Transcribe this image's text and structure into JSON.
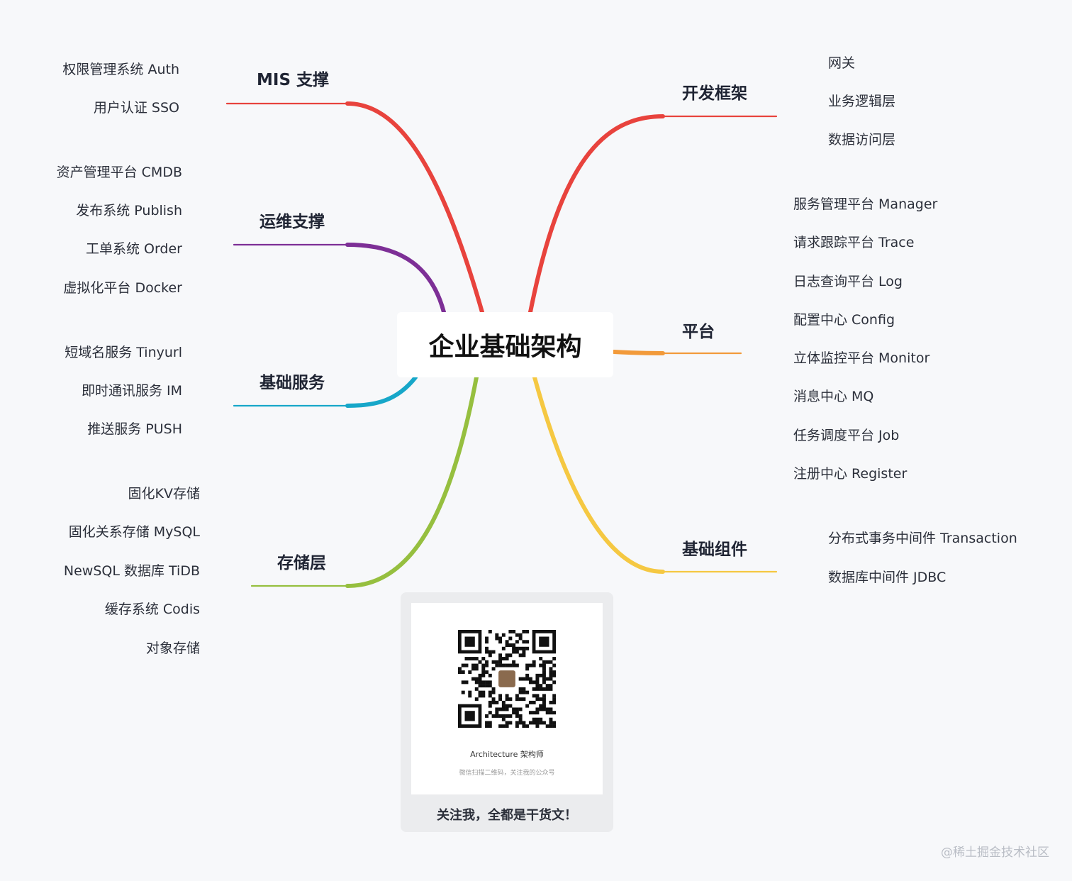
{
  "center": "企业基础架构",
  "branches": [
    {
      "id": "mis",
      "title": "MIS 支撑",
      "color": "#e8433d",
      "items": [
        "权限管理系统 Auth",
        "用户认证 SSO"
      ]
    },
    {
      "id": "ops",
      "title": "运维支撑",
      "color": "#7d2f96",
      "items": [
        "资产管理平台 CMDB",
        "发布系统 Publish",
        "工单系统 Order",
        "虚拟化平台 Docker"
      ]
    },
    {
      "id": "basic",
      "title": "基础服务",
      "color": "#17a7c9",
      "items": [
        "短域名服务 Tinyurl",
        "即时通讯服务 IM",
        "推送服务 PUSH"
      ]
    },
    {
      "id": "storage",
      "title": "存储层",
      "color": "#96bf3f",
      "items": [
        "固化KV存储",
        "固化关系存储 MySQL",
        "NewSQL 数据库 TiDB",
        "缓存系统 Codis",
        "对象存储"
      ]
    },
    {
      "id": "dev",
      "title": "开发框架",
      "color": "#e8433d",
      "items": [
        "网关",
        "业务逻辑层",
        "数据访问层"
      ]
    },
    {
      "id": "platform",
      "title": "平台",
      "color": "#f29a3a",
      "items": [
        "服务管理平台 Manager",
        "请求跟踪平台 Trace",
        "日志查询平台 Log",
        "配置中心 Config",
        "立体监控平台 Monitor",
        "消息中心 MQ",
        "任务调度平台 Job",
        "注册中心 Register"
      ]
    },
    {
      "id": "components",
      "title": "基础组件",
      "color": "#f5c842",
      "items": [
        "分布式事务中间件 Transaction",
        "数据库中间件 JDBC"
      ]
    }
  ],
  "qr_card": {
    "title": "Architecture 架构师",
    "hint": "微信扫描二维码，关注我的公众号",
    "caption": "关注我，全都是干货文！"
  },
  "watermark": "@稀土掘金技术社区"
}
